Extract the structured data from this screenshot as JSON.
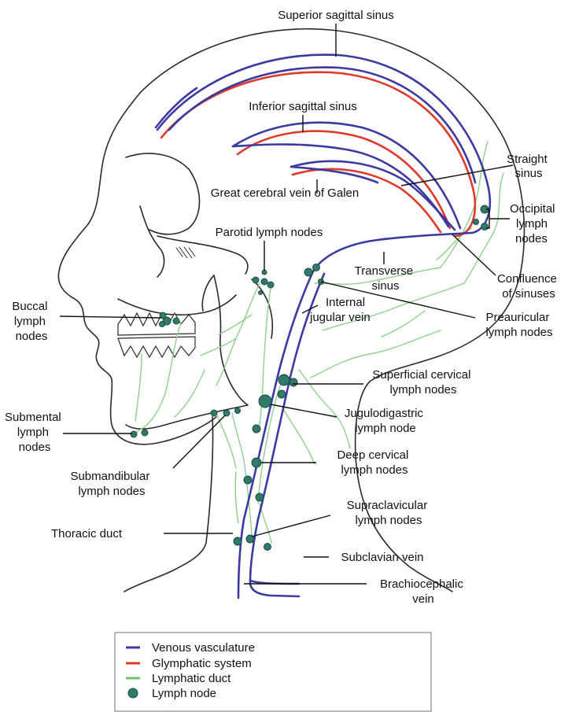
{
  "labels": {
    "superior_sagittal_sinus": "Superior sagittal sinus",
    "inferior_sagittal_sinus": "Inferior sagittal sinus",
    "straight_sinus": [
      "Straight",
      "sinus"
    ],
    "great_cerebral_vein": "Great cerebral vein of Galen",
    "occipital_lymph_nodes": [
      "Occipital",
      "lymph",
      "nodes"
    ],
    "parotid_lymph_nodes": "Parotid lymph nodes",
    "transverse_sinus": [
      "Transverse",
      "sinus"
    ],
    "confluence_of_sinuses": [
      "Confluence",
      "of sinuses"
    ],
    "buccal_lymph_nodes": [
      "Buccal",
      "lymph",
      "nodes"
    ],
    "internal_jugular_vein": [
      "Internal",
      "jugular vein"
    ],
    "preauricular_lymph_nodes": [
      "Preauricular",
      "lymph nodes"
    ],
    "superficial_cervical_lymph_nodes": [
      "Superficial cervical",
      "lymph nodes"
    ],
    "jugulodigastric_lymph_node": [
      "Jugulodigastric",
      "lymph node"
    ],
    "submental_lymph_nodes": [
      "Submental",
      "lymph",
      "nodes"
    ],
    "deep_cervical_lymph_nodes": [
      "Deep cervical",
      "lymph nodes"
    ],
    "submandibular_lymph_nodes": [
      "Submandibular",
      "lymph nodes"
    ],
    "supraclavicular_lymph_nodes": [
      "Supraclavicular",
      "lymph nodes"
    ],
    "thoracic_duct": "Thoracic duct",
    "subclavian_vein": "Subclavian vein",
    "brachiocephalic_vein": [
      "Brachiocephalic",
      "vein"
    ]
  },
  "legend": {
    "items": [
      {
        "key": "venous",
        "label": "Venous vasculature",
        "color": "#3a3aa0",
        "symbol": "line"
      },
      {
        "key": "glymphatic",
        "label": "Glymphatic system",
        "color": "#e03a2a",
        "symbol": "line"
      },
      {
        "key": "lymphatic",
        "label": "Lymphatic duct",
        "color": "#6cc46c",
        "symbol": "line"
      },
      {
        "key": "node",
        "label": "Lymph node",
        "color": "#2f7a6a",
        "symbol": "circle"
      }
    ]
  },
  "colors": {
    "venous": "#3a3aa0",
    "glymphatic": "#e03a2a",
    "lymphatic": "#8fd08f",
    "node_fill": "#2f7a6a",
    "node_stroke": "#1d4d43",
    "outline": "#2a2a2a"
  }
}
